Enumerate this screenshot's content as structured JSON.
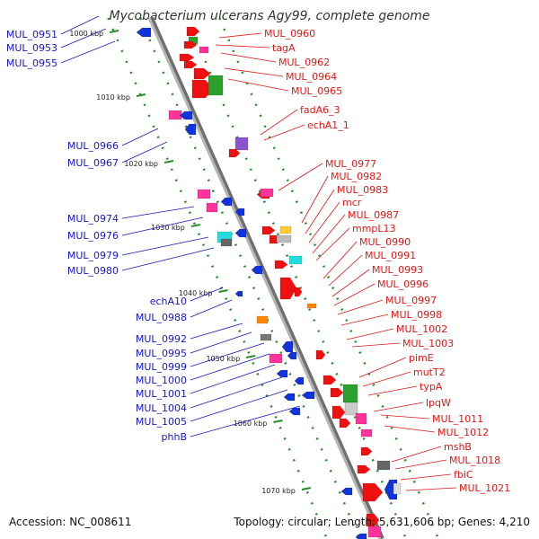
{
  "header": {
    "title": "Mycobacterium ulcerans Agy99, complete genome"
  },
  "footer": {
    "accession": "Accession: NC_008611",
    "topology": "Topology: circular; Length: 5,631,606 bp; Genes: 4,210"
  },
  "colors": {
    "backbone": "#999999",
    "left_label": "#1818c0",
    "right_label": "#e01818",
    "forward_gene": "#ee1111",
    "reverse_gene": "#1133dd",
    "tick": "#2a8a2a"
  },
  "scale_ticks": [
    "1000 kbp",
    "1010 kbp",
    "1020 kbp",
    "1030 kbp",
    "1040 kbp",
    "1050 kbp",
    "1060 kbp",
    "1070 kbp"
  ],
  "left_genes": [
    "MUL_0951",
    "MUL_0953",
    "MUL_0955",
    "MUL_0966",
    "MUL_0967",
    "MUL_0974",
    "MUL_0976",
    "MUL_0979",
    "MUL_0980",
    "echA10",
    "MUL_0988",
    "MUL_0992",
    "MUL_0995",
    "MUL_0999",
    "MUL_1000",
    "MUL_1001",
    "MUL_1004",
    "MUL_1005",
    "phhB"
  ],
  "right_genes": [
    "MUL_0960",
    "tagA",
    "MUL_0962",
    "MUL_0964",
    "MUL_0965",
    "fadA6_3",
    "echA1_1",
    "MUL_0977",
    "MUL_0982",
    "MUL_0983",
    "mcr",
    "MUL_0987",
    "mmpL13",
    "MUL_0990",
    "MUL_0991",
    "MUL_0993",
    "MUL_0996",
    "MUL_0997",
    "MUL_0998",
    "MUL_1002",
    "MUL_1003",
    "pimE",
    "mutT2",
    "typA",
    "lpqW",
    "MUL_1011",
    "MUL_1012",
    "mshB",
    "MUL_1018",
    "fbiC",
    "MUL_1021"
  ]
}
